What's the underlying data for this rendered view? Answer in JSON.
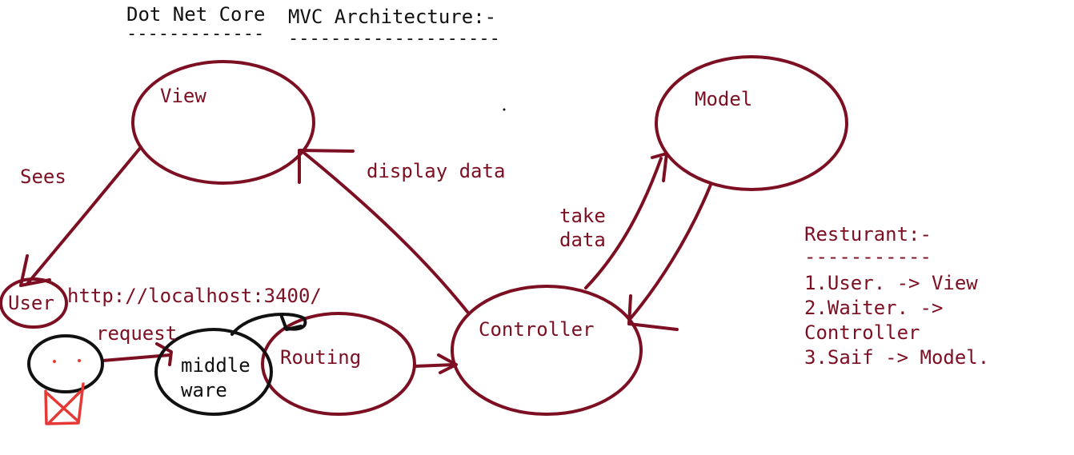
{
  "title": {
    "part1": "Dot Net Core",
    "part2": "MVC Architecture:-",
    "underline1": "-------------",
    "underline2": "--------------------"
  },
  "nodes": {
    "view": "View",
    "model": "Model",
    "controller": "Controller",
    "routing": "Routing",
    "middleware_line1": "middle",
    "middleware_line2": "ware",
    "user": "User"
  },
  "labels": {
    "sees": "Sees",
    "display_data": "display data",
    "take_data_line1": "take",
    "take_data_line2": "data",
    "url": "http://localhost:3400/",
    "request": "request"
  },
  "restaurant": {
    "heading": "Resturant:-",
    "underline": "-----------",
    "lines": [
      "1.User. -> View",
      "2.Waiter. ->",
      "Controller",
      "3.Saif -> Model."
    ]
  },
  "colors": {
    "ink_maroon": "#7d0f22",
    "ink_black": "#111111",
    "ink_red": "#e53935"
  }
}
